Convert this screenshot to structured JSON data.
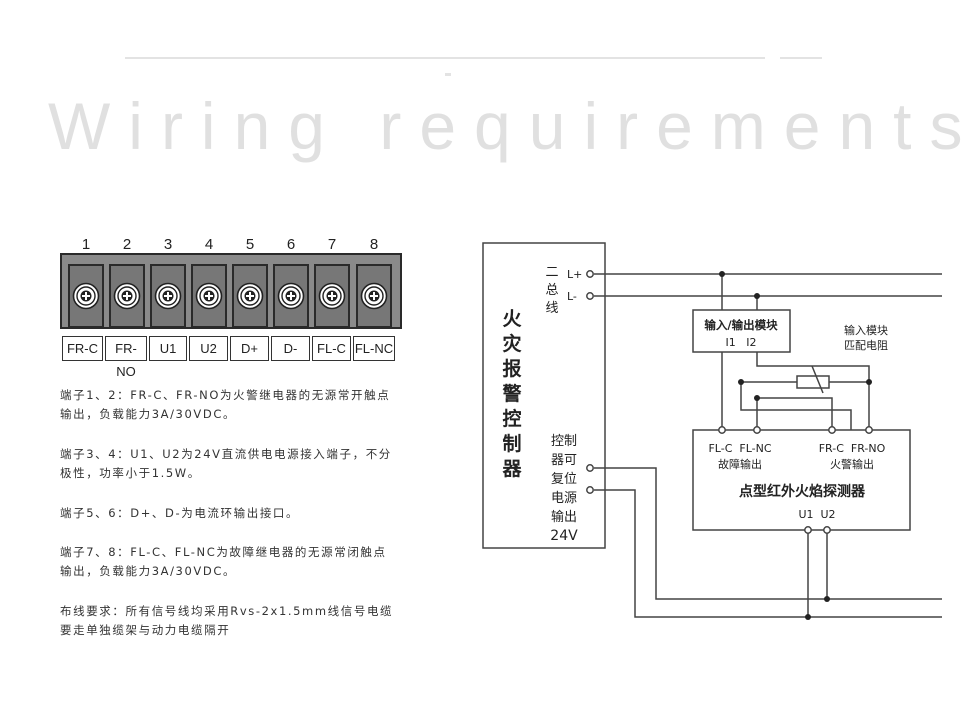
{
  "heading": "Wiring requirements",
  "terminals": {
    "numbers": [
      "1",
      "2",
      "3",
      "4",
      "5",
      "6",
      "7",
      "8"
    ],
    "labels": [
      "FR-C",
      "FR-NO",
      "U1",
      "U2",
      "D+",
      "D-",
      "FL-C",
      "FL-NC"
    ]
  },
  "descriptions": [
    [
      "端子1、2：FR-C、FR-NO为火警继电器的无源常开触点",
      "输出，负载能力3A/30VDC。"
    ],
    [
      "端子3、4：U1、U2为24V直流供电电源接入端子，不分",
      "极性，功率小于1.5W。"
    ],
    [
      "端子5、6：D+、D-为电流环输出接口。"
    ],
    [
      "端子7、8：FL-C、FL-NC为故障继电器的无源常闭触点",
      "输出，负载能力3A/30VDC。"
    ],
    [
      "布线要求：所有信号线均采用Rvs-2x1.5mm线信号电缆",
      "要走单独缆架与动力电缆隔开"
    ]
  ],
  "diagram": {
    "controller_title": [
      "火",
      "灾",
      "报",
      "警",
      "控",
      "制",
      "器"
    ],
    "bus_label": [
      "二",
      "总",
      "线"
    ],
    "bus_pins": [
      "L+",
      "L-"
    ],
    "power_label": [
      "控制",
      "器可",
      "复位",
      "电源",
      "输出",
      "24V"
    ],
    "io_module": {
      "title": "输入/输出模块",
      "pins": "I1   I2"
    },
    "resistor_label": [
      "输入模块",
      "匹配电阻"
    ],
    "detector": {
      "pins_left": "FL-C  FL-NC",
      "caption_left": "故障输出",
      "pins_right": "FR-C  FR-NO",
      "caption_right": "火警输出",
      "title": "点型红外火焰探测器",
      "power_pins": "U1  U2"
    }
  }
}
